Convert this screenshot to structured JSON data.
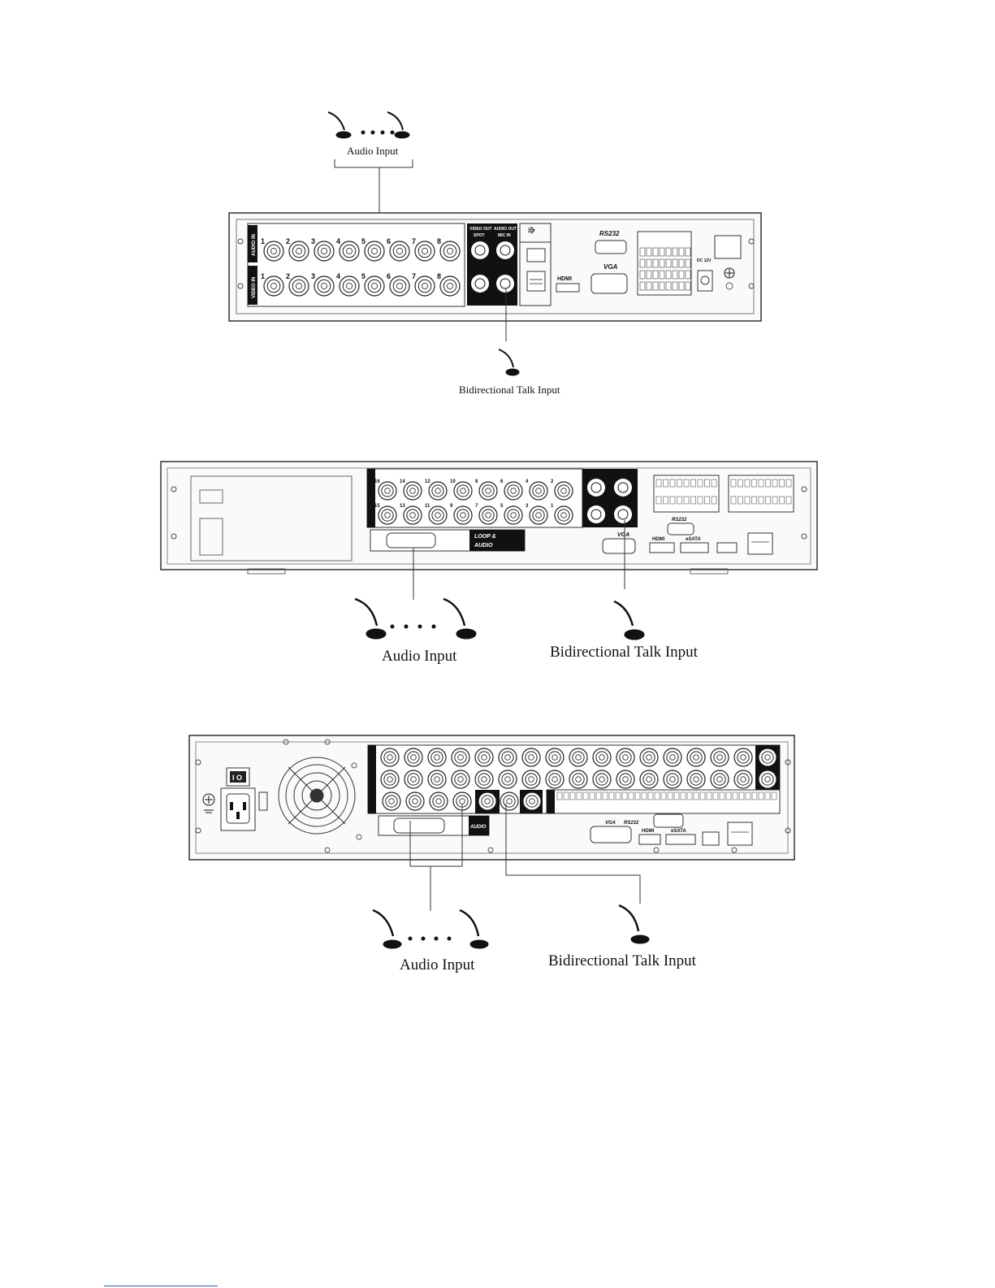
{
  "diagram1": {
    "audio_input_label": "Audio Input",
    "talk_input_label": "Bidirectional Talk Input",
    "panel_text": {
      "audio_in": "AUDIO IN",
      "video_in": "VIDEO IN",
      "video_out": "VIDEO OUT",
      "spot": "SPOT",
      "audio_out": "AUDIO OUT",
      "mic_in": "MIC IN",
      "rs232": "RS232",
      "vga": "VGA",
      "hdmi": "HDMI",
      "dc": "DC 12V"
    },
    "channels": [
      "1",
      "2",
      "3",
      "4",
      "5",
      "6",
      "7",
      "8"
    ]
  },
  "diagram2": {
    "audio_input_label": "Audio Input",
    "talk_input_label": "Bidirectional Talk Input",
    "panel_text": {
      "loop_audio_1": "LOOP &",
      "loop_audio_2": "AUDIO",
      "vga": "VGA",
      "hdmi": "HDMI",
      "esata": "eSATA",
      "rs232": "RS232"
    },
    "channels_top": [
      "16",
      "14",
      "12",
      "10",
      "8",
      "6",
      "4",
      "2"
    ],
    "channels_bottom": [
      "15",
      "13",
      "11",
      "9",
      "7",
      "5",
      "3",
      "1"
    ]
  },
  "diagram3": {
    "audio_input_label": "Audio Input",
    "talk_input_label": "Bidirectional Talk Input",
    "panel_text": {
      "audio": "AUDIO",
      "vga": "VGA",
      "rs232": "RS232",
      "hdmi": "HDMI",
      "esata": "eSATA"
    }
  }
}
